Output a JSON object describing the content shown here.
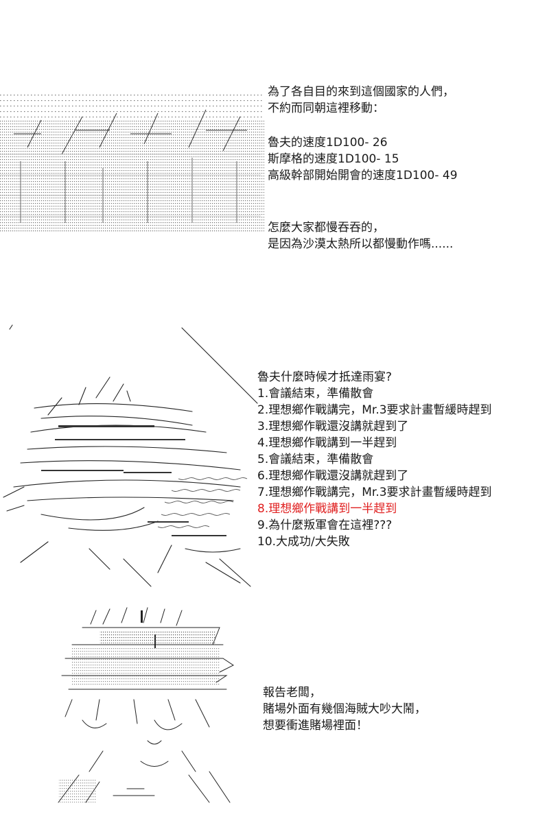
{
  "panel1": {
    "lines": [
      "為了各自目的來到這個國家的人們，",
      "不約而同朝這裡移動："
    ],
    "rolls": [
      "魯夫的速度1D100- 26",
      "斯摩格的速度1D100- 15",
      "高級幹部開始開會的速度1D100- 49"
    ],
    "question": [
      "怎麼大家都慢吞吞的，",
      "是因為沙漠太熱所以都慢動作嗎......"
    ]
  },
  "panel2": {
    "question": "魯夫什麼時候才抵達雨宴?",
    "options": [
      "1.會議結束，準備散會",
      "2.理想鄉作戰講完，Mr.3要求計畫暫緩時趕到",
      "3.理想鄉作戰還沒講就趕到了",
      "4.理想鄉作戰講到一半趕到",
      "5.會議結束，準備散會",
      "6.理想鄉作戰還沒講就趕到了",
      "7.理想鄉作戰講完，Mr.3要求計畫暫緩時趕到",
      "8.理想鄉作戰講到一半趕到",
      "9.為什麼叛軍會在這裡???",
      "10.大成功/大失敗"
    ],
    "highlight_index": 7,
    "highlight_color": "#e02020"
  },
  "panel3": {
    "lines": [
      "報告老闆，",
      "賭場外面有幾個海賊大吵大鬧，",
      "想要衝進賭場裡面！"
    ]
  }
}
